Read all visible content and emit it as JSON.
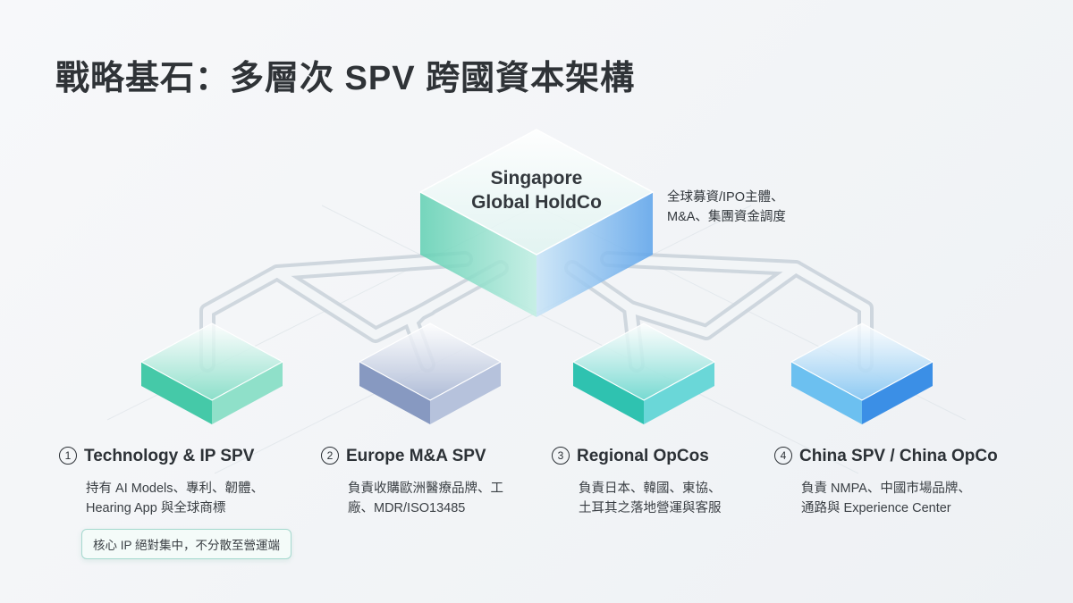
{
  "title": "戰略基石：多層次 SPV 跨國資本架構",
  "holdco": {
    "line1": "Singapore",
    "line2": "Global HoldCo",
    "note_line1": "全球募資/IPO主體、",
    "note_line2": "M&A、集團資金調度",
    "color": "#5fcfb5"
  },
  "entities": [
    {
      "number": "1",
      "name": "Technology & IP SPV",
      "desc_line1": "持有 AI Models、專利、韌體、",
      "desc_line2": "Hearing App 與全球商標",
      "color": "#3fc3a4"
    },
    {
      "number": "2",
      "name": "Europe M&A SPV",
      "desc_line1": "負責收購歐洲醫療品牌、工",
      "desc_line2": "廠、MDR/ISO13485",
      "color": "#8c9fc4"
    },
    {
      "number": "3",
      "name": "Regional OpCos",
      "desc_line1": "負責日本、韓國、東協、",
      "desc_line2": "土耳其之落地營運與客服",
      "color": "#2ec6b6"
    },
    {
      "number": "4",
      "name": "China SPV / China OpCo",
      "desc_line1": "負責 NMPA、中國市場品牌、",
      "desc_line2": "通路與 Experience Center",
      "color": "#3aa3e8"
    }
  ],
  "core_note": "核心 IP 絕對集中，不分散至營運端"
}
